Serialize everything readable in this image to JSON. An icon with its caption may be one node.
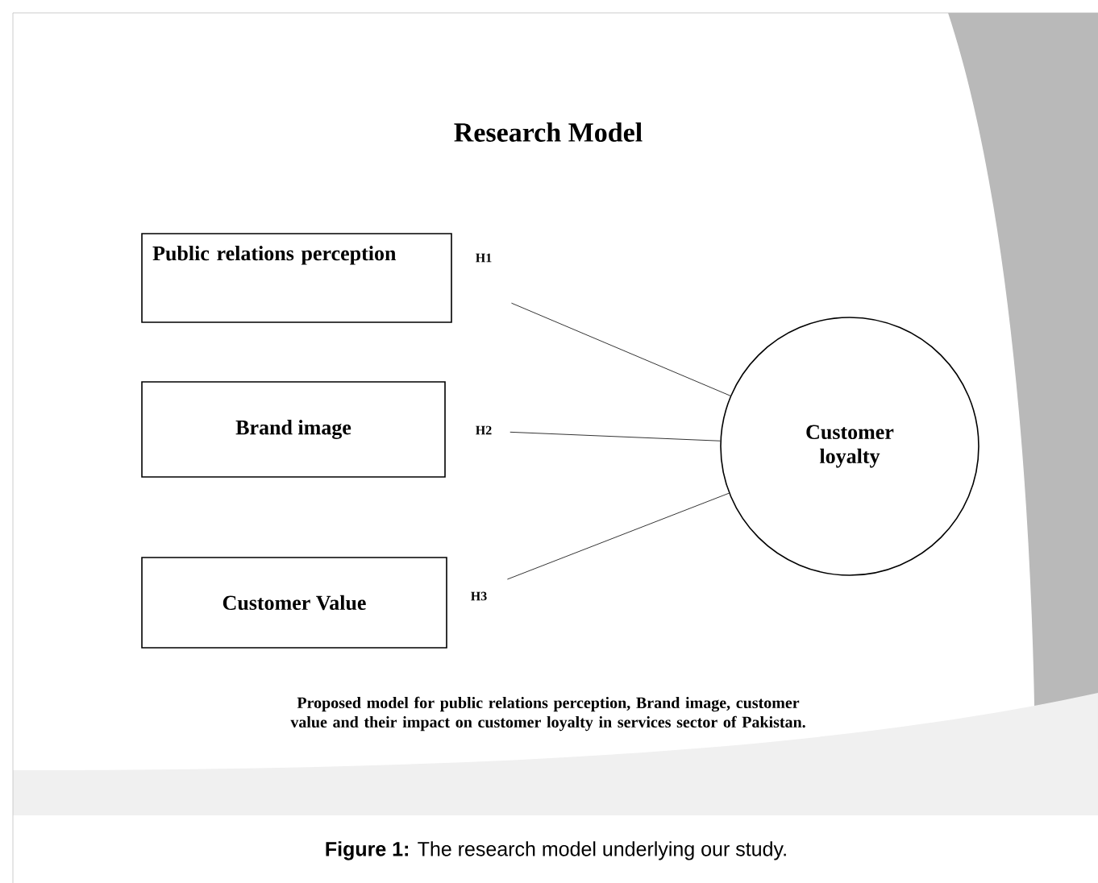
{
  "diagram": {
    "title": "Research Model",
    "caption": "**Figure 1:** The research model underlying our study.",
    "nodes": [
      {
        "text": [
          "Public relations perception"
        ]
      },
      {
        "text": [
          "Brand image"
        ]
      },
      {
        "text": [
          "Customer Value"
        ]
      },
      {
        "text": [
          "Customer loyalty"
        ]
      }
    ],
    "edges": [
      {
        "from": 0,
        "to": 3,
        "arrow": "none",
        "label": "H1"
      },
      {
        "from": 1,
        "to": 3,
        "arrow": "none",
        "label": "H2"
      },
      {
        "from": 2,
        "to": 3,
        "arrow": "none",
        "label": "H3"
      }
    ],
    "labels": [
      "Proposed model for public relations perception, Brand image, customer value and their impact on customer loyalty in services sector of Pakistan."
    ]
  }
}
